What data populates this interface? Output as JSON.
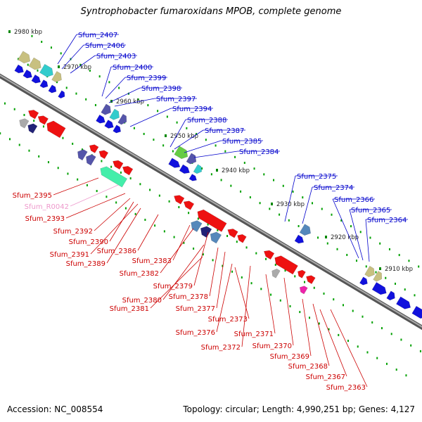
{
  "title": "Syntrophobacter fumaroxidans MPOB, complete genome",
  "footer": {
    "accession": "Accession: NC_008554",
    "topology": "Topology: circular; Length: 4,990,251 bp; Genes: 4,127"
  },
  "colors": {
    "backbone": "#999999",
    "forward_label": "#0000cc",
    "reverse_label": "#cc0000",
    "rna_label": "#ee99cc",
    "kbp_marker": "#008800"
  },
  "kbp_markers": [
    "2980 kbp",
    "2970 kbp",
    "2960 kbp",
    "2950 kbp",
    "2940 kbp",
    "2930 kbp",
    "2920 kbp",
    "2910 kbp"
  ],
  "forward_labels": [
    "Sfum_2407",
    "Sfum_2406",
    "Sfum_2403",
    "Sfum_2400",
    "Sfum_2399",
    "Sfum_2398",
    "Sfum_2397",
    "Sfum_2394",
    "Sfum_2388",
    "Sfum_2387",
    "Sfum_2385",
    "Sfum_2384",
    "Sfum_2375",
    "Sfum_2374",
    "Sfum_2366",
    "Sfum_2365",
    "Sfum_2364"
  ],
  "reverse_labels": [
    "Sfum_2395",
    "Sfum_R0042",
    "Sfum_2393",
    "Sfum_2392",
    "Sfum_2390",
    "Sfum_2391",
    "Sfum_2386",
    "Sfum_2389",
    "Sfum_2383",
    "Sfum_2382",
    "Sfum_2379",
    "Sfum_2380",
    "Sfum_2378",
    "Sfum_2381",
    "Sfum_2377",
    "Sfum_2373",
    "Sfum_2376",
    "Sfum_2371",
    "Sfum_2372",
    "Sfum_2370",
    "Sfum_2369",
    "Sfum_2368",
    "Sfum_2367",
    "Sfum_2363"
  ]
}
